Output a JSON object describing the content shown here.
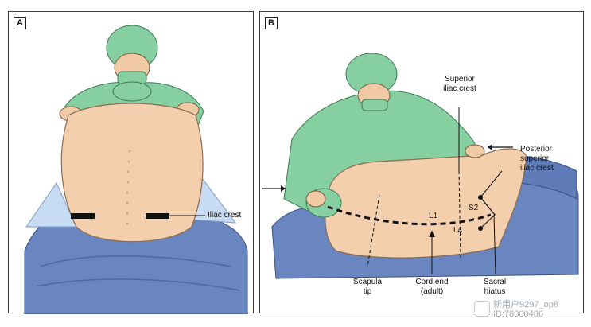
{
  "panel_a": {
    "badge": "A",
    "label_iliac_crest": "Iliac crest"
  },
  "panel_b": {
    "badge": "B",
    "label_superior_iliac_crest": [
      "Superior",
      "iliac crest"
    ],
    "label_psis": [
      "Posterior",
      "superior",
      "iliac crest"
    ],
    "label_s2": "S2",
    "label_l1": "L1",
    "label_l4": "L4",
    "label_scapula_tip": [
      "Scapula",
      "tip"
    ],
    "label_cord_end": [
      "Cord end",
      "(adult)"
    ],
    "label_sacral_hiatus": [
      "Sacral",
      "hiatus"
    ]
  },
  "watermark": {
    "line1": "新用户9297_op8",
    "line2": "ID:78000486"
  },
  "colors": {
    "gown": "#86cfa0",
    "drape": "#6a86c0",
    "skin": "#f4cfae",
    "outline": "#333333"
  }
}
